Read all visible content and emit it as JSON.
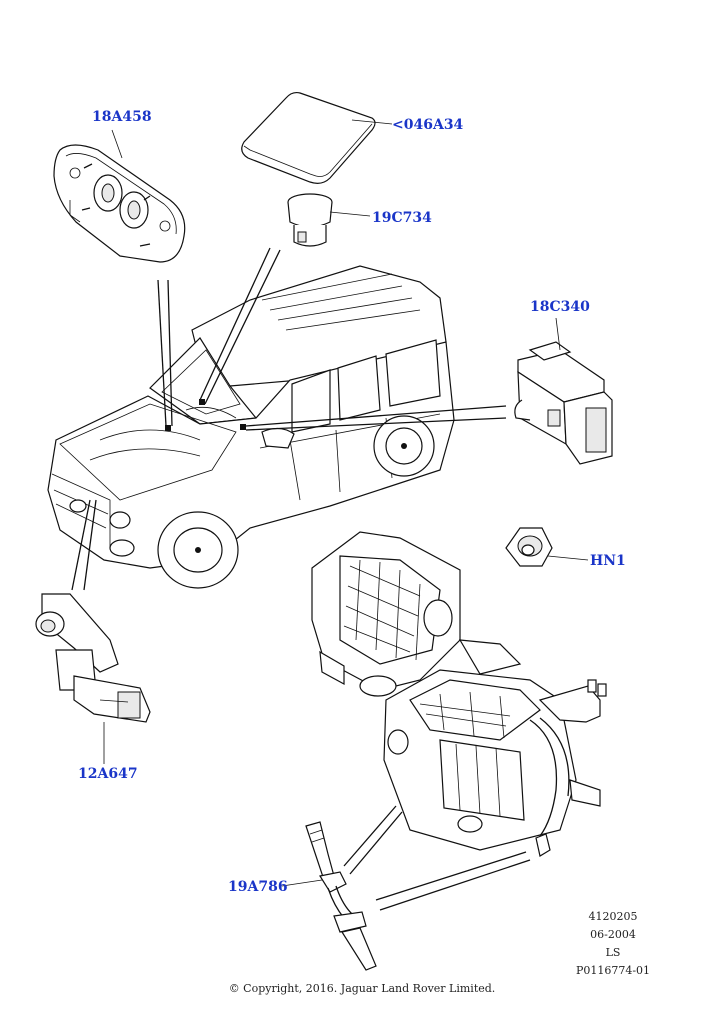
{
  "parts": [
    {
      "id": "18A458",
      "label": "18A458"
    },
    {
      "id": "046A34",
      "label": "<046A34"
    },
    {
      "id": "19C734",
      "label": "19C734"
    },
    {
      "id": "18C340",
      "label": "18C340"
    },
    {
      "id": "HN1",
      "label": "HN1"
    },
    {
      "id": "12A647",
      "label": "12A647"
    },
    {
      "id": "19A786",
      "label": "19A786"
    }
  ],
  "reference": {
    "code": "4120205",
    "date": "06-2004",
    "region": "LS",
    "illustration_id": "P0116774-01"
  },
  "copyright": "© Copyright, 2016. Jaguar Land Rover Limited."
}
